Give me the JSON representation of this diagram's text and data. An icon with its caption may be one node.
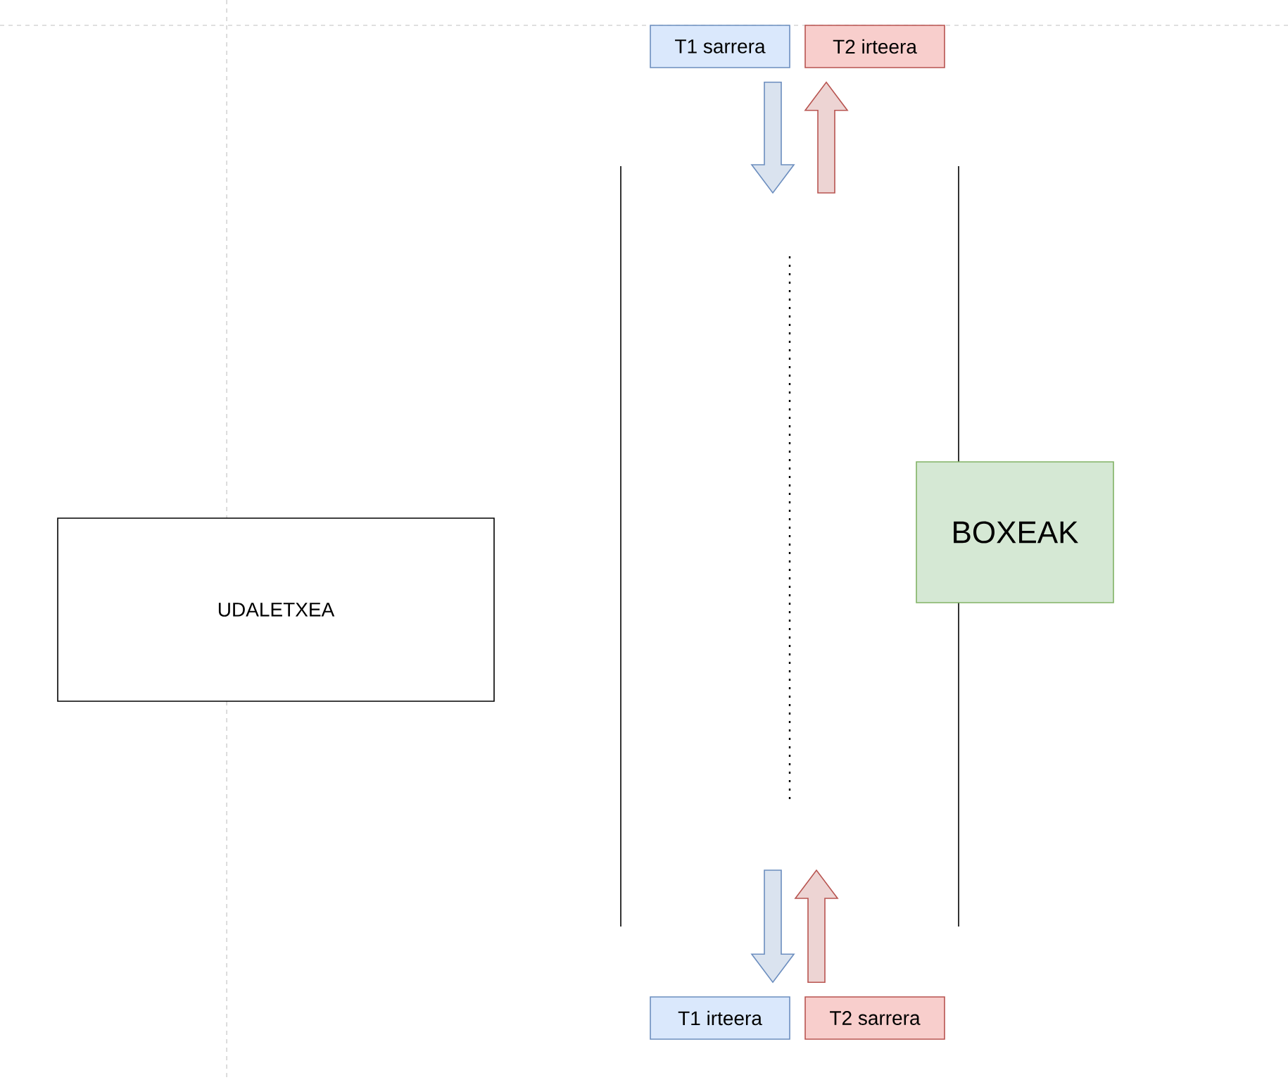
{
  "diagram": {
    "nodes": [
      {
        "text": [
          "T1 sarrera"
        ]
      },
      {
        "text": [
          "T2 irteera"
        ]
      },
      {
        "text": [
          "UDALETXEA"
        ]
      },
      {
        "text": [
          "BOXEAK"
        ]
      },
      {
        "text": [
          "T1 irteera"
        ]
      },
      {
        "text": [
          "T2 sarrera"
        ]
      }
    ],
    "edges": [
      {
        "from": 0,
        "to": null,
        "arrow": "to",
        "color": "#6c8ebf"
      },
      {
        "from": null,
        "to": 1,
        "arrow": "to",
        "color": "#b85450"
      },
      {
        "from": null,
        "to": 4,
        "arrow": "to",
        "color": "#6c8ebf"
      },
      {
        "from": 5,
        "to": null,
        "arrow": "to",
        "color": "#b85450"
      }
    ]
  }
}
